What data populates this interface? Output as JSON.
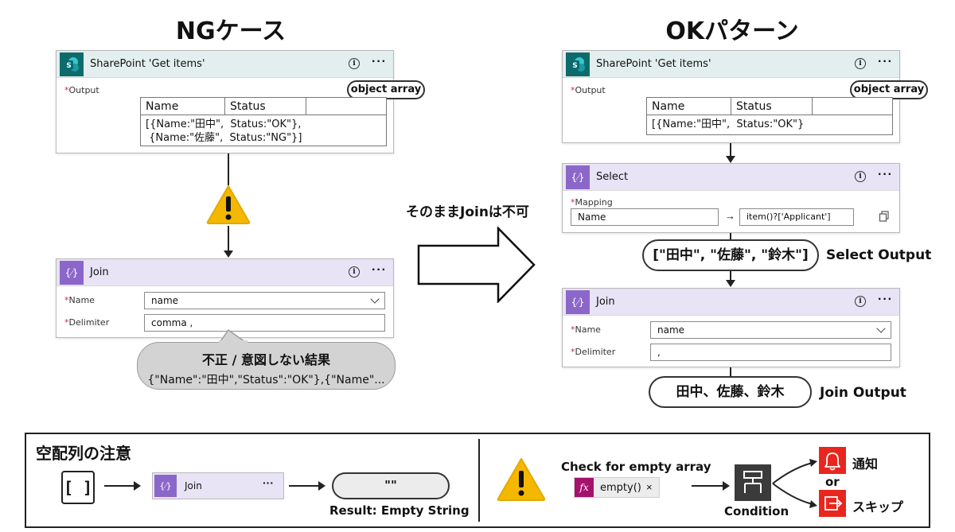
{
  "titles": {
    "ng": "NGケース",
    "ok": "OKパターン"
  },
  "middle": {
    "label": "そのままJoinは不可"
  },
  "ng": {
    "sharepoint": {
      "title": "SharePoint 'Get items'",
      "output_label": "Output",
      "badge": "object array",
      "headers": [
        "Name",
        "Status"
      ],
      "value_line1": "[{Name:\"田中\",  Status:\"OK\"},",
      "value_line2": " {Name:\"佐藤\",  Status:\"NG\"}]"
    },
    "join": {
      "title": "Join",
      "name_label": "Name",
      "name_value": "name",
      "delimiter_label": "Delimiter",
      "delimiter_value": "comma ,"
    },
    "result": {
      "title": "不正 / 意図しない結果",
      "text": "{\"Name\":\"田中\",\"Status\":\"OK\"},{\"Name\"..."
    }
  },
  "ok": {
    "sharepoint": {
      "title": "SharePoint 'Get items'",
      "output_label": "Output",
      "badge": "object array",
      "headers": [
        "Name",
        "Status"
      ],
      "value_line1": "[{Name:\"田中\",  Status:\"OK\"}"
    },
    "select": {
      "title": "Select",
      "mapping_label": "Mapping",
      "key": "Name",
      "arrow": "→",
      "value": "item()?['Applicant']"
    },
    "select_output": {
      "value": "[\"田中\", \"佐藤\", \"鈴木\"]",
      "label": "Select Output"
    },
    "join": {
      "title": "Join",
      "name_label": "Name",
      "name_value": "name",
      "delimiter_label": "Delimiter",
      "delimiter_value": ","
    },
    "join_output": {
      "value": "田中、佐藤、鈴木",
      "label": "Join Output"
    }
  },
  "bottom": {
    "title": "空配列の注意",
    "empty_array": "[ ]",
    "join_label": "Join",
    "result_value": "\"\"",
    "result_label": "Result: Empty String",
    "check_label": "Check for empty array",
    "fx_label": "fx",
    "expression": "empty()",
    "close": "×",
    "condition_label": "Condition",
    "notify_label": "通知",
    "or_label": "or",
    "skip_label": "スキップ"
  },
  "colors": {
    "sharepoint": "#0f6b6b",
    "operation": "#8b67c9",
    "warning": "#f5b800",
    "alert": "#e8261e",
    "fx": "#a4126e"
  },
  "icons": [
    "sharepoint-icon",
    "operation-icon",
    "info-icon",
    "more-icon",
    "warning-icon",
    "copy-icon",
    "bell-icon",
    "exit-icon",
    "condition-icon",
    "fx-icon"
  ]
}
